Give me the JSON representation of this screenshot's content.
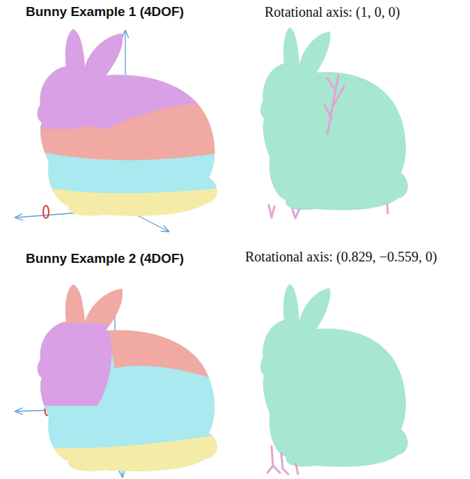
{
  "diagram": {
    "labels": [
      "Bunny Example 1 (4DOF)",
      "Rotational axis: (1, 0, 0)",
      "Bunny Example 2 (4DOF)",
      "Rotational axis: (0.829, −0.559, 0)"
    ]
  }
}
